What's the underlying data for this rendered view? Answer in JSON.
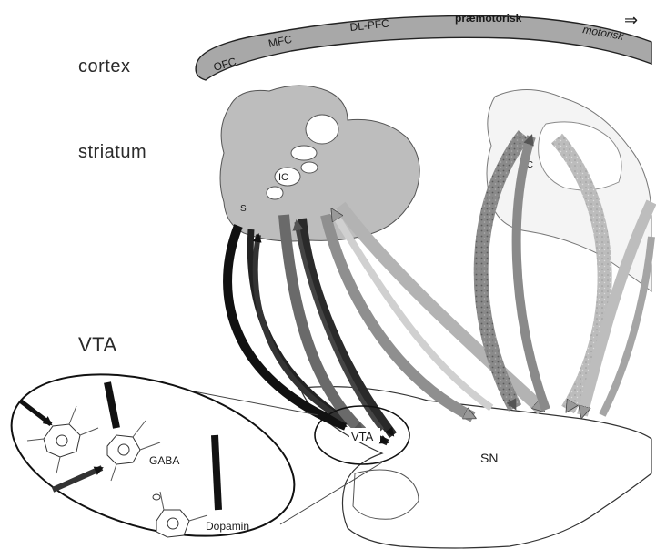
{
  "side_labels": {
    "cortex": "cortex",
    "striatum": "striatum",
    "vta": "VTA"
  },
  "cortex_band": {
    "regions": [
      "OFC",
      "MFC",
      "DL-PFC",
      "præmotorisk",
      "motorisk"
    ],
    "direction_symbol": "⇒"
  },
  "striatum": {
    "shell_label": "S",
    "core_label": "IC",
    "right_section_label": "IC"
  },
  "midbrain": {
    "vta_label": "VTA",
    "sn_label": "SN"
  },
  "inset": {
    "gaba_label": "GABA",
    "dopamine_label": "Dopamin"
  },
  "colors": {
    "ink": "#1a1a1a",
    "dark_arrow": "#111111",
    "mid_arrow": "#555555",
    "light_arrow": "#9a9a9a",
    "pale_arrow": "#c8c8c8",
    "striatum_fill": "#bdbdbd",
    "band_fill": "#a8a8a8"
  }
}
